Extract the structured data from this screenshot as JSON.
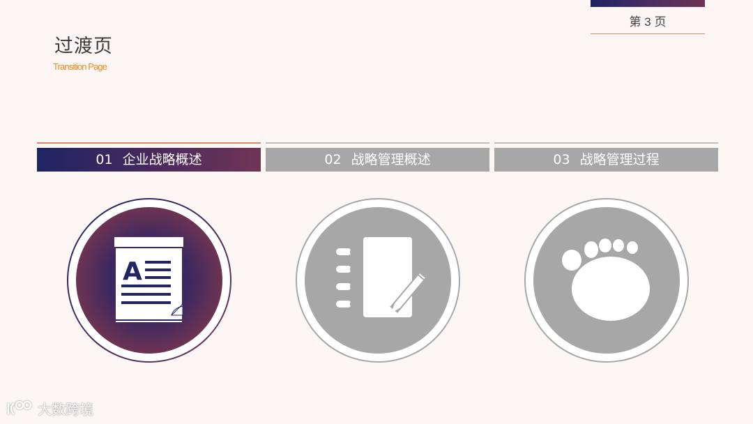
{
  "header": {
    "page_indicator": "第 3 页",
    "title": "过渡页",
    "subtitle": "Transition Page"
  },
  "tabs": [
    {
      "number": "01",
      "label": "企业战略概述",
      "active": true
    },
    {
      "number": "02",
      "label": "战略管理概述",
      "active": false
    },
    {
      "number": "03",
      "label": "战略管理过程",
      "active": false
    }
  ],
  "icons": [
    {
      "name": "document-icon",
      "style": "active"
    },
    {
      "name": "notebook-pencil-icon",
      "style": "inactive"
    },
    {
      "name": "footprint-icon",
      "style": "inactive"
    }
  ],
  "colors": {
    "gradient_start": "#1e2462",
    "gradient_end": "#703555",
    "accent_orange": "#f08a1c",
    "accent_line": "#e08466",
    "inactive_gray": "#a7a7a7",
    "background": "#fcf6f5"
  },
  "watermark": {
    "text": "大数跨境"
  }
}
